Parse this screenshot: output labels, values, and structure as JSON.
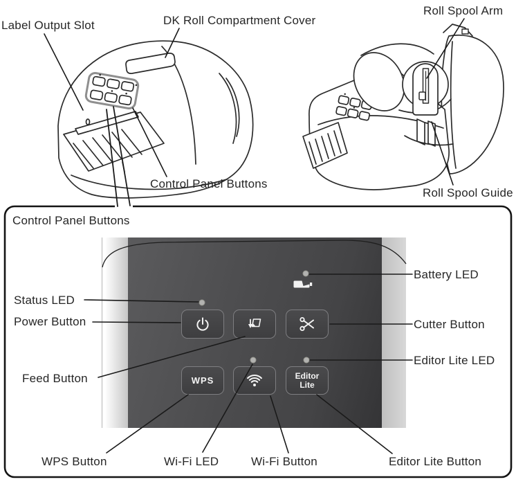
{
  "upper_figure": {
    "printer_closed": {
      "label_output_slot": "Label Output Slot",
      "dk_roll_compartment_cover": "DK Roll Compartment Cover",
      "control_panel_buttons": "Control Panel Buttons"
    },
    "printer_open": {
      "roll_spool_arm": "Roll Spool Arm",
      "roll_spool_guide": "Roll Spool Guide"
    }
  },
  "callout_box": {
    "title": "Control Panel Buttons",
    "labels": {
      "status_led": "Status LED",
      "power_button": "Power Button",
      "feed_button": "Feed Button",
      "battery_led": "Battery LED",
      "cutter_button": "Cutter Button",
      "editor_lite_led": "Editor Lite LED",
      "wps_button": "WPS Button",
      "wifi_led": "Wi-Fi LED",
      "wifi_button": "Wi-Fi Button",
      "editor_lite_button": "Editor Lite Button"
    },
    "panel": {
      "wps_text": "WPS",
      "editor_lite_line1": "Editor",
      "editor_lite_line2": "Lite",
      "buttons": [
        {
          "id": "power",
          "icon": "power-icon"
        },
        {
          "id": "feed",
          "icon": "feed-icon"
        },
        {
          "id": "cutter",
          "icon": "scissors-icon"
        },
        {
          "id": "wps",
          "text": "WPS"
        },
        {
          "id": "wifi",
          "icon": "wifi-icon"
        },
        {
          "id": "editor-lite",
          "text": "Editor Lite"
        }
      ],
      "leds": [
        "status",
        "battery",
        "wifi",
        "editor-lite"
      ],
      "battery_icon": "battery-icon"
    }
  },
  "colors": {
    "line": "#1a1a1a",
    "text": "#262626",
    "panel_dark": "#4b4b4d",
    "panel_side_strip": "#c9c9c9",
    "button_border": "#7e7e81",
    "icon": "#f4f4f4",
    "led": "#b2b2b0"
  }
}
